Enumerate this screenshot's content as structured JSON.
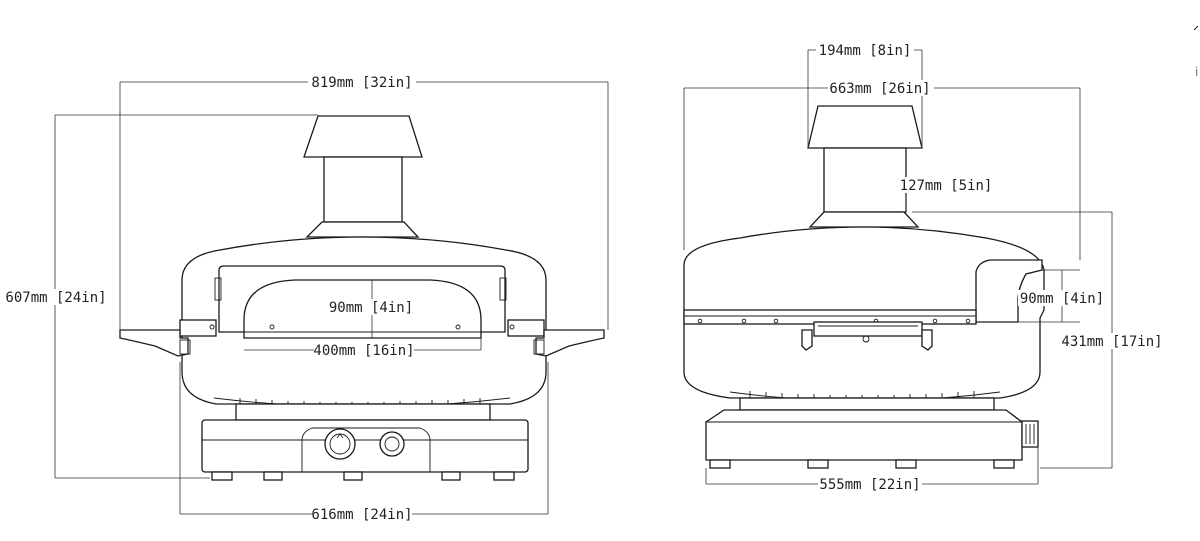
{
  "front_view": {
    "overall_width": "819mm [32in]",
    "overall_height": "607mm [24in]",
    "opening_height": "90mm [4in]",
    "opening_width": "400mm [16in]",
    "base_width": "616mm [24in]"
  },
  "side_view": {
    "chimney_cap_width": "194mm [8in]",
    "overall_width": "663mm [26in]",
    "chimney_height": "127mm [5in]",
    "opening_height": "90mm [4in]",
    "body_height": "431mm [17in]",
    "base_depth": "555mm [22in]"
  },
  "edge_mark": "i",
  "colors": {
    "line": "#1a1a1a",
    "text": "#222222",
    "background": "#ffffff"
  }
}
